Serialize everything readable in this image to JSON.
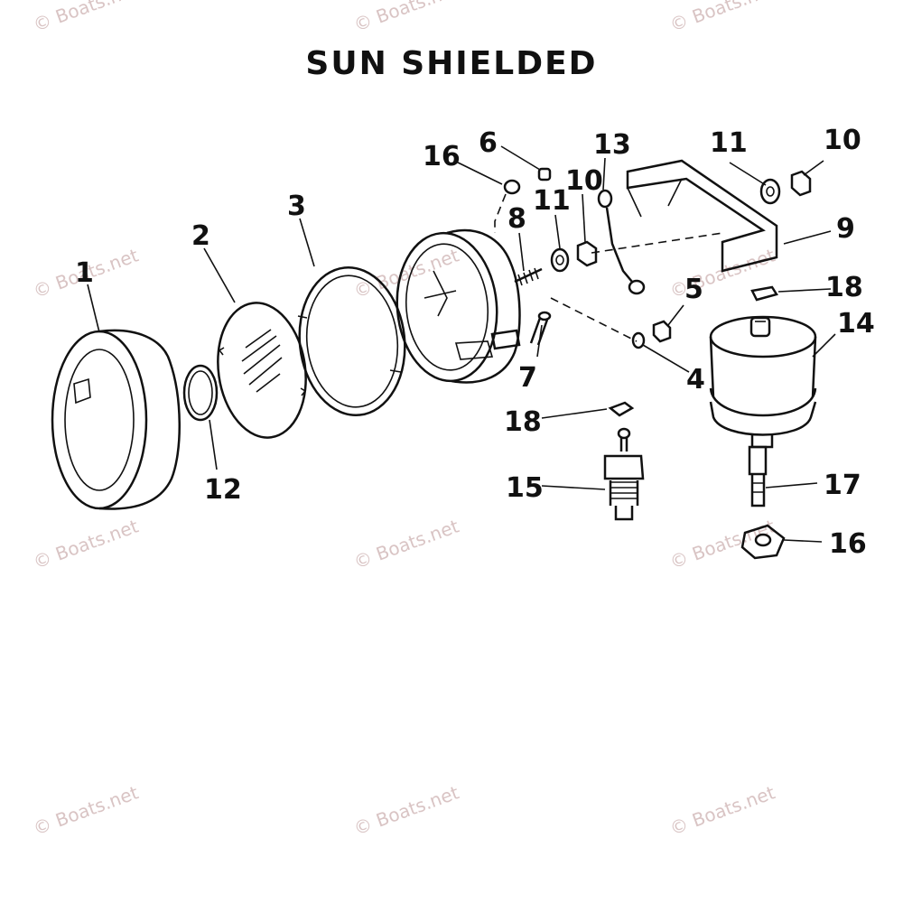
{
  "title": "SUN SHIELDED",
  "watermark": "© Boats.net",
  "callouts": {
    "c1": "1",
    "c2": "2",
    "c3": "3",
    "c4": "4",
    "c5": "5",
    "c6": "6",
    "c7": "7",
    "c8": "8",
    "c9": "9",
    "c10a": "10",
    "c10b": "10",
    "c11a": "11",
    "c11b": "11",
    "c12": "12",
    "c13": "13",
    "c14": "14",
    "c15": "15",
    "c16a": "16",
    "c16b": "16",
    "c17": "17",
    "c18a": "18",
    "c18b": "18"
  },
  "colors": {
    "ink": "#111111",
    "watermark": "#d9c4c4",
    "background": "#ffffff"
  }
}
